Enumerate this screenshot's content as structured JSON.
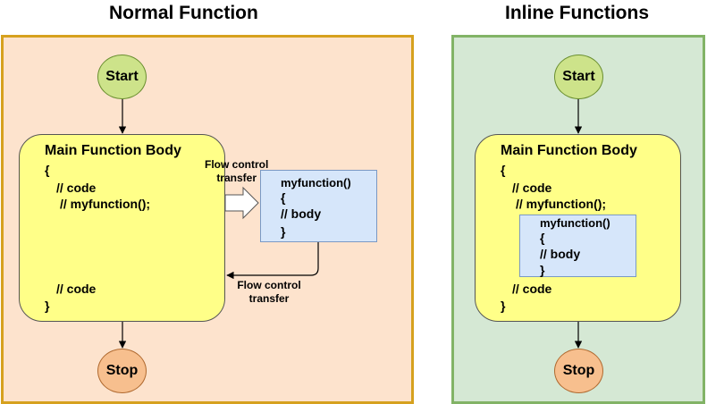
{
  "normal": {
    "title": "Normal Function",
    "start": "Start",
    "stop": "Stop",
    "body_title": "Main Function Body",
    "open_brace": "{",
    "code_line1": "// code",
    "call_line": "// myfunction();",
    "code_line2": "// code",
    "close_brace": "}",
    "fn_name": "myfunction()",
    "fn_open": "{",
    "fn_body": "// body",
    "fn_close": "}",
    "transfer_to": [
      "Flow control",
      "transfer"
    ],
    "transfer_back": [
      "Flow control",
      "transfer"
    ]
  },
  "inline": {
    "title": "Inline Functions",
    "start": "Start",
    "stop": "Stop",
    "body_title": "Main Function Body",
    "open_brace": "{",
    "code_line1": "// code",
    "call_line": "// myfunction();",
    "code_line2": "// code",
    "close_brace": "}",
    "fn_name": "myfunction()",
    "fn_open": "{",
    "fn_body": "// body",
    "fn_close": "}"
  },
  "colors": {
    "normal_panel_bg": "#fde3cd",
    "normal_panel_border": "#d6a11e",
    "inline_panel_bg": "#d5e8d4",
    "inline_panel_border": "#82b366",
    "start_fill": "#cde38a",
    "stop_fill": "#f7bf8e",
    "body_fill": "#ffff88",
    "function_fill": "#d6e6fa"
  }
}
